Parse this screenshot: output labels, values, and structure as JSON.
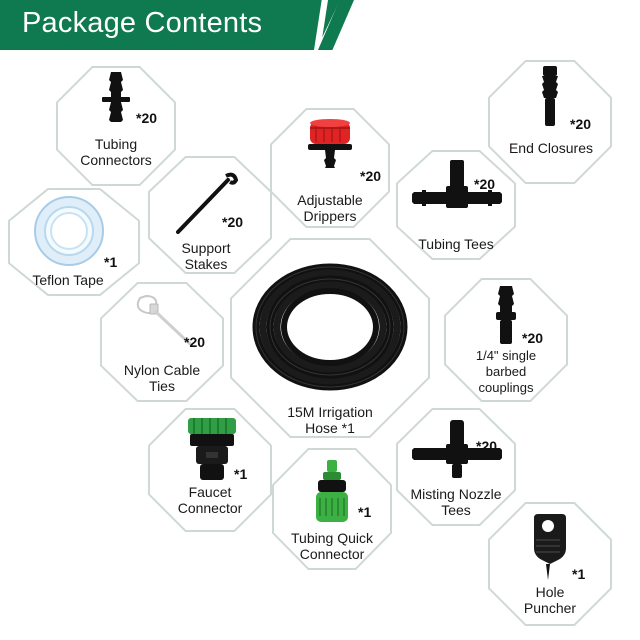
{
  "header": {
    "title": "Package Contents"
  },
  "items": [
    {
      "lines": [
        "Tubing",
        "Connectors"
      ],
      "qty": "*20"
    },
    {
      "lines": [
        "Adjustable",
        "Drippers"
      ],
      "qty": "*20"
    },
    {
      "lines": [
        "End Closures"
      ],
      "qty": "*20"
    },
    {
      "lines": [
        "Teflon Tape"
      ],
      "qty": "*1"
    },
    {
      "lines": [
        "Support",
        "Stakes"
      ],
      "qty": "*20"
    },
    {
      "lines": [
        "Tubing Tees"
      ],
      "qty": "*20"
    },
    {
      "lines": [
        "Nylon Cable",
        "Ties"
      ],
      "qty": "*20"
    },
    {
      "lines": [
        "15M Irrigation",
        "Hose *1"
      ],
      "qty": ""
    },
    {
      "lines": [
        "1/4\" single",
        "barbed",
        "couplings"
      ],
      "qty": "*20"
    },
    {
      "lines": [
        "Faucet",
        "Connector"
      ],
      "qty": "*1"
    },
    {
      "lines": [
        "Misting Nozzle",
        "Tees"
      ],
      "qty": "*20"
    },
    {
      "lines": [
        "Tubing Quick",
        "Connector"
      ],
      "qty": "*1"
    },
    {
      "lines": [
        "Hole",
        "Puncher"
      ],
      "qty": "*1"
    }
  ],
  "colors": {
    "banner": "#0f7a4f",
    "dripper_red": "#e02424",
    "connector_green": "#3cb043"
  }
}
